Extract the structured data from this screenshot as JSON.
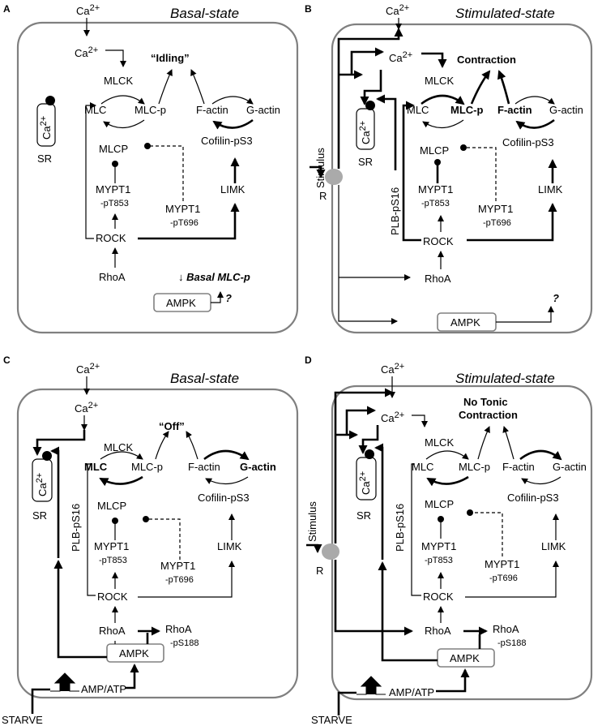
{
  "panels": [
    {
      "letter": "A",
      "state": "Basal-state",
      "ca_outside": "Ca",
      "ca_inside": "Ca",
      "sup": "2+",
      "ca_sr": "Ca",
      "sr": "SR",
      "outcome": "“Idling”",
      "mlck": "MLCK",
      "mlc": "MLC",
      "mlcp_phos": "MLC-p",
      "factin": "F-actin",
      "gactin": "G-actin",
      "mlcp": "MLCP",
      "cofilin": "Cofilin-pS3",
      "mypt1": "MYPT1",
      "pt853": "-pT853",
      "pt696": "-pT696",
      "limk": "LIMK",
      "rock": "ROCK",
      "rhoa": "RhoA",
      "basal_note": "↓ Basal MLC-p",
      "ampk": "AMPK",
      "question": "?"
    },
    {
      "letter": "B",
      "state": "Stimulated-state",
      "ca_outside": "Ca",
      "ca_inside": "Ca",
      "sup": "2+",
      "ca_sr": "Ca",
      "sr": "SR",
      "outcome": "Contraction",
      "mlck": "MLCK",
      "mlc": "MLC",
      "mlcp_phos": "MLC-p",
      "factin": "F-actin",
      "gactin": "G-actin",
      "mlcp": "MLCP",
      "cofilin": "Cofilin-pS3",
      "mypt1": "MYPT1",
      "pt853": "-pT853",
      "pt696": "-pT696",
      "limk": "LIMK",
      "rock": "ROCK",
      "rhoa": "RhoA",
      "ampk": "AMPK",
      "question": "?",
      "stimulus": "Stimulus",
      "receptor": "R",
      "plb": "PLB-pS16"
    },
    {
      "letter": "C",
      "state": "Basal-state",
      "ca_outside": "Ca",
      "ca_inside": "Ca",
      "sup": "2+",
      "ca_sr": "Ca",
      "sr": "SR",
      "outcome": "“Off”",
      "mlck": "MLCK",
      "mlc": "MLC",
      "mlcp_phos": "MLC-p",
      "factin": "F-actin",
      "gactin": "G-actin",
      "mlcp": "MLCP",
      "cofilin": "Cofilin-pS3",
      "mypt1": "MYPT1",
      "pt853": "-pT853",
      "pt696": "-pT696",
      "limk": "LIMK",
      "rock": "ROCK",
      "rhoa": "RhoA",
      "rhoa_p": "RhoA",
      "ps188": "-pS188",
      "ampk": "AMPK",
      "ampatp": "AMP/ATP",
      "starve": "STARVE",
      "plb": "PLB-pS16"
    },
    {
      "letter": "D",
      "state": "Stimulated-state",
      "ca_outside": "Ca",
      "ca_inside": "Ca",
      "sup": "2+",
      "ca_sr": "Ca",
      "sr": "SR",
      "outcome1": "No Tonic",
      "outcome2": "Contraction",
      "mlck": "MLCK",
      "mlc": "MLC",
      "mlcp_phos": "MLC-p",
      "factin": "F-actin",
      "gactin": "G-actin",
      "mlcp": "MLCP",
      "cofilin": "Cofilin-pS3",
      "mypt1": "MYPT1",
      "pt853": "-pT853",
      "pt696": "-pT696",
      "limk": "LIMK",
      "rock": "ROCK",
      "rhoa": "RhoA",
      "rhoa_p": "RhoA",
      "ps188": "-pS188",
      "ampk": "AMPK",
      "ampatp": "AMP/ATP",
      "starve": "STARVE",
      "stimulus": "Stimulus",
      "receptor": "R",
      "plb": "PLB-pS16"
    }
  ]
}
